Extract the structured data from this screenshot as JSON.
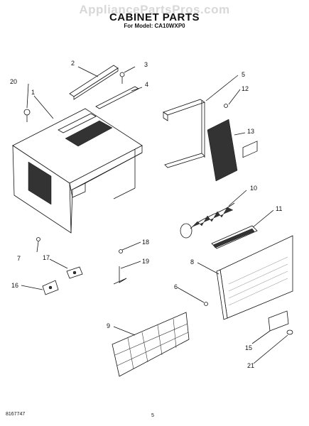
{
  "header": {
    "watermark": "AppliancePartsPros.com",
    "title": "CABINET PARTS",
    "subtitle": "For Model: CA10WXP0"
  },
  "callouts": [
    "1",
    "2",
    "3",
    "4",
    "5",
    "6",
    "7",
    "8",
    "9",
    "10",
    "11",
    "12",
    "13",
    "15",
    "16",
    "17",
    "18",
    "19",
    "20",
    "21"
  ],
  "footer": {
    "doc_number": "8167747",
    "page_number": "5"
  }
}
